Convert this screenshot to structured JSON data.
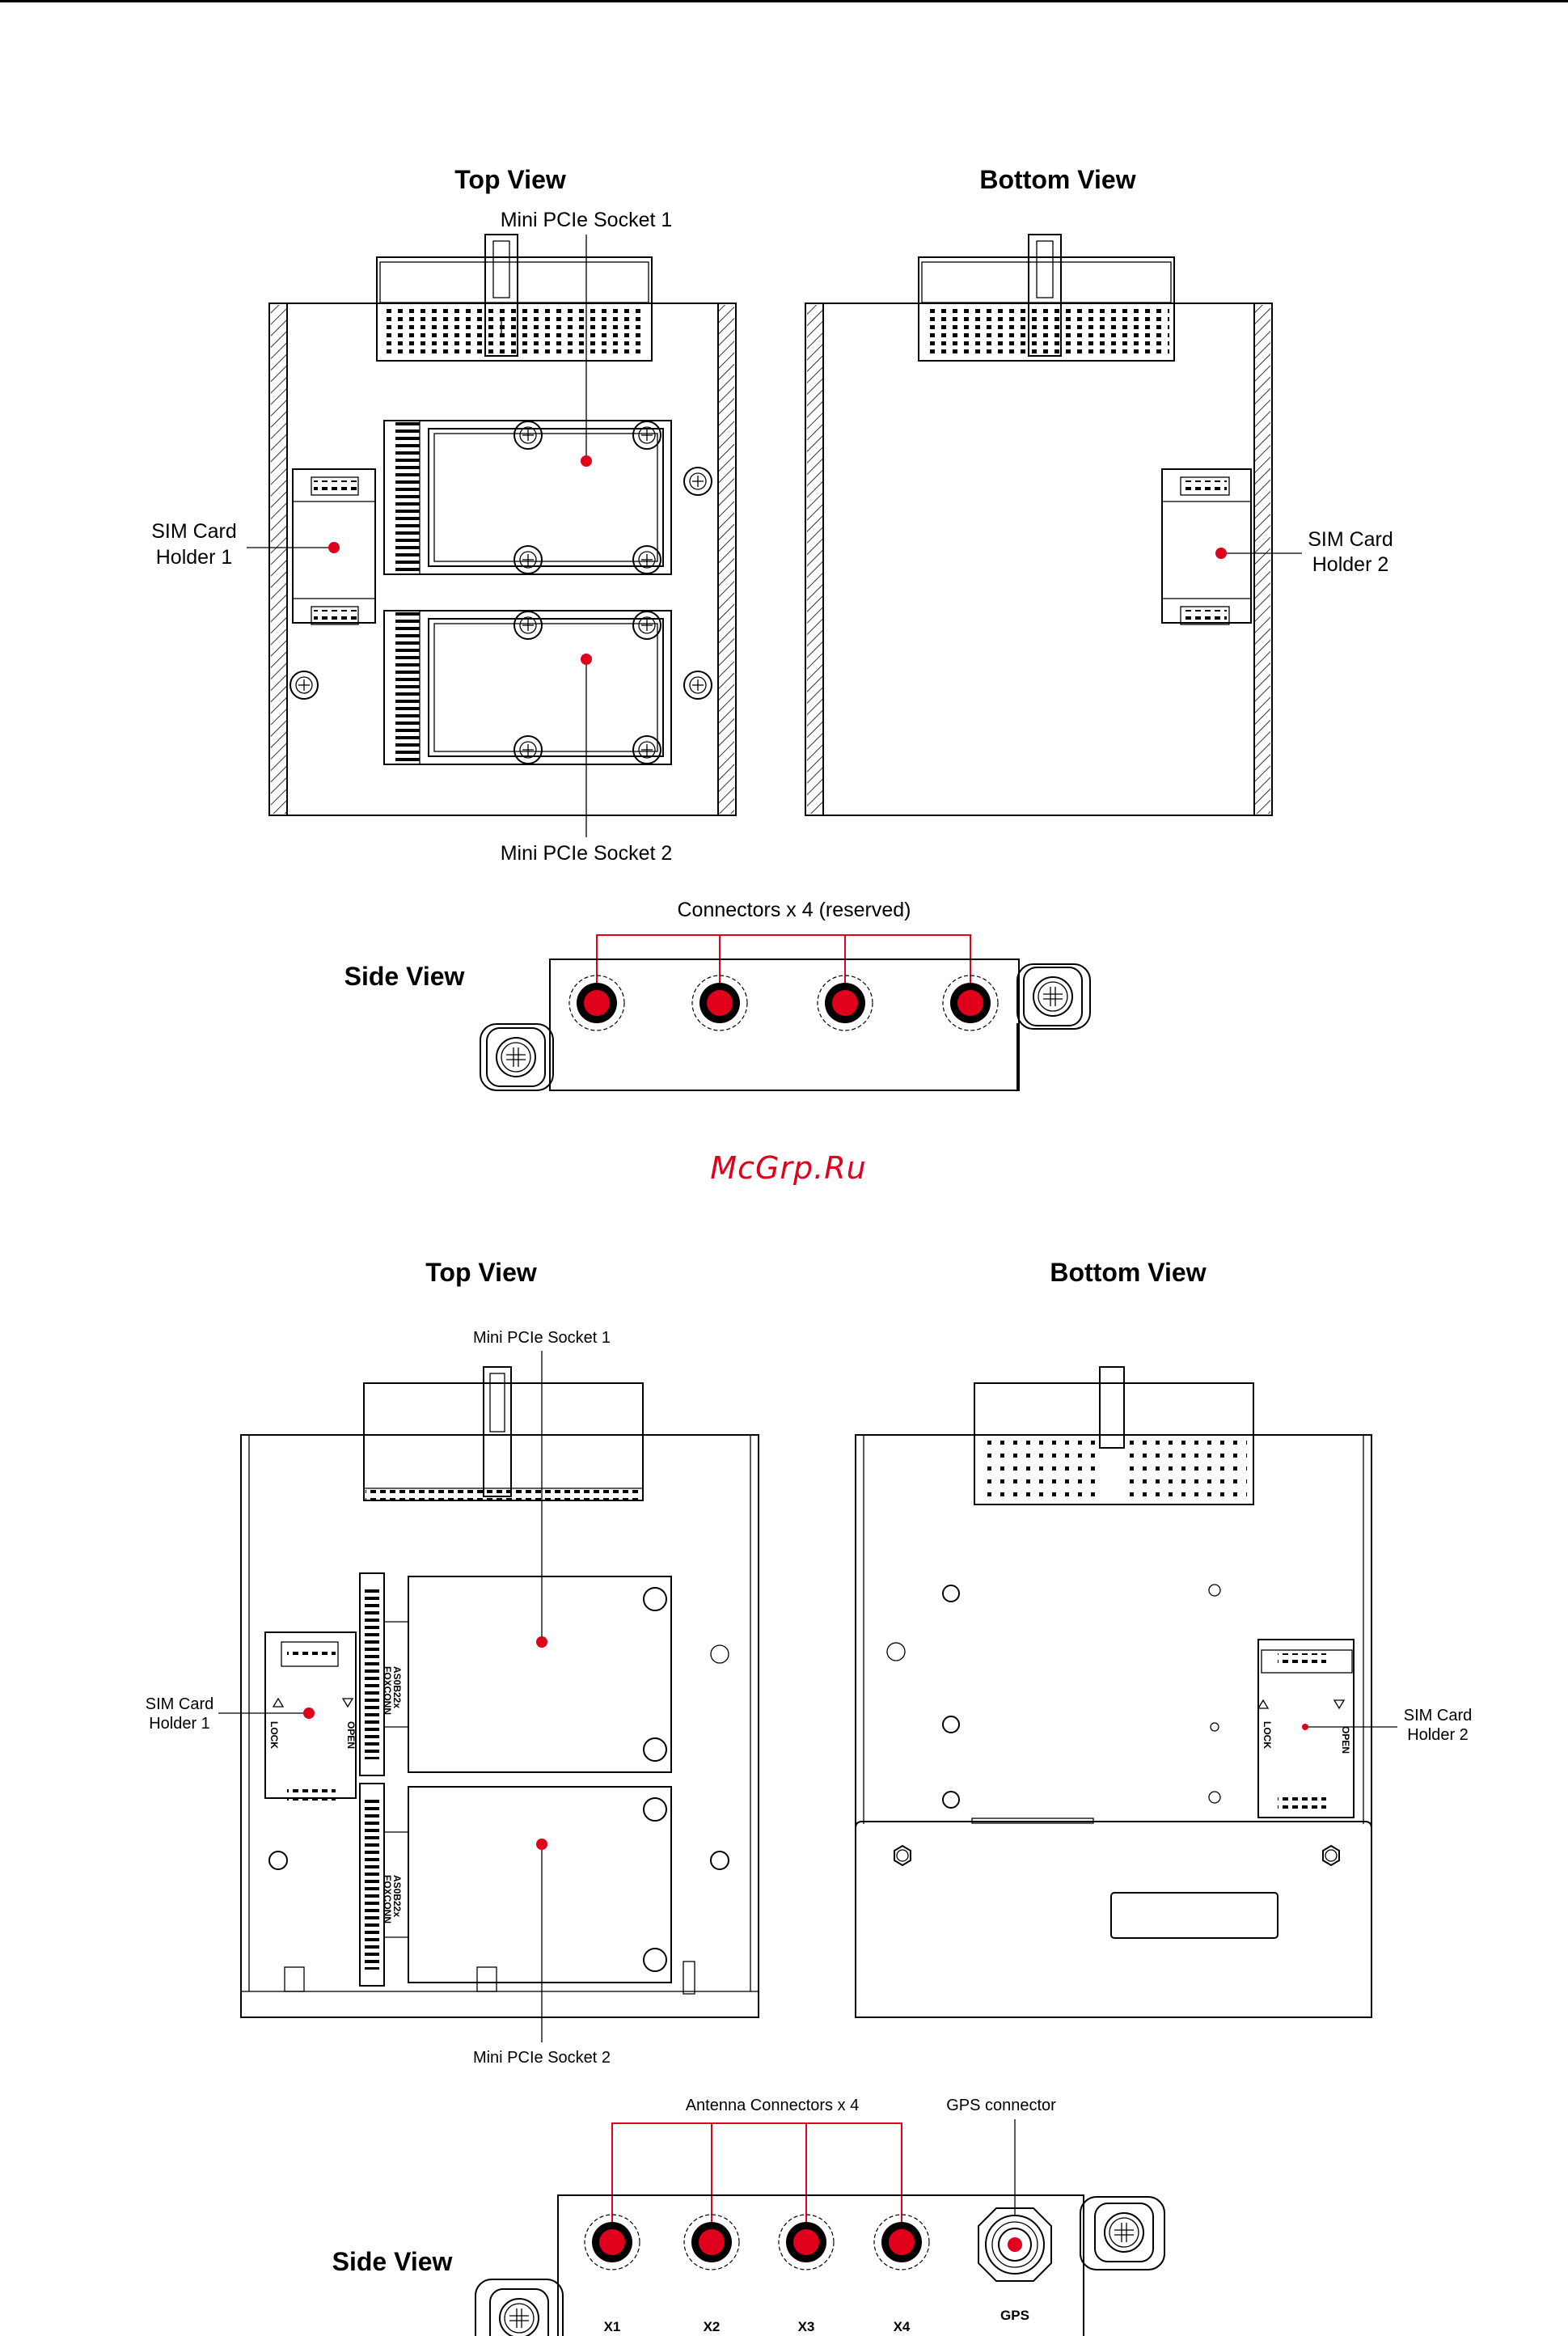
{
  "diagram1": {
    "top_view_title": "Top View",
    "bottom_view_title": "Bottom View",
    "side_view_title": "Side View",
    "mini_pcie_socket_1": "Mini PCIe Socket 1",
    "mini_pcie_socket_2": "Mini PCIe Socket 2",
    "sim_card_holder_1": [
      "SIM Card",
      "Holder 1"
    ],
    "sim_card_holder_2": [
      "SIM Card",
      "Holder 2"
    ],
    "connectors_label": "Connectors x 4 (reserved)"
  },
  "watermark": "McGrp.Ru",
  "diagram2": {
    "top_view_title": "Top View",
    "bottom_view_title": "Bottom View",
    "side_view_title": "Side View",
    "mini_pcie_socket_1": "Mini PCIe Socket 1",
    "mini_pcie_socket_2": "Mini PCIe Socket 2",
    "sim_card_holder_1": [
      "SIM Card",
      "Holder 1"
    ],
    "sim_card_holder_2": [
      "SIM Card",
      "Holder 2"
    ],
    "lock_label": "LOCK",
    "open_label": "OPEN",
    "chip_marking": [
      "AS0B22x",
      "FOXCONN"
    ],
    "antenna_label": "Antenna Connectors x 4",
    "gps_connector_label": "GPS connector",
    "connector_labels": [
      "X1",
      "X2",
      "X3",
      "X4"
    ],
    "gps_label": "GPS"
  },
  "colors": {
    "callout_red": "#e0001b",
    "line": "#000000"
  }
}
